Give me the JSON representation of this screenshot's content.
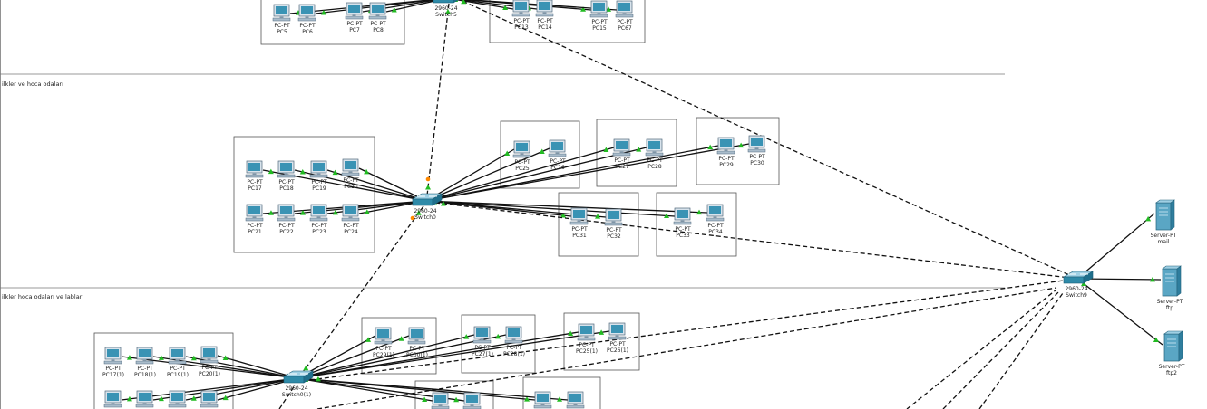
{
  "areas": [
    {
      "id": "area-2",
      "label": "ilkler ve hoca odaları"
    },
    {
      "id": "area-3",
      "label": "ilkler hoca odaları ve lablar"
    }
  ],
  "switches": [
    {
      "id": "switch5",
      "model": "2960-24",
      "name": "Switch5"
    },
    {
      "id": "switch0",
      "model": "2960-24",
      "name": "Switch0"
    },
    {
      "id": "switch0-1",
      "model": "2960-24",
      "name": "Switch0(1)"
    },
    {
      "id": "switch9",
      "model": "2960-24",
      "name": "Switch9"
    }
  ],
  "servers": [
    {
      "id": "mail",
      "type": "Server-PT",
      "name": "mail"
    },
    {
      "id": "ftp",
      "type": "Server-PT",
      "name": "ftp"
    },
    {
      "id": "ftp2",
      "type": "Server-PT",
      "name": "ftp2"
    }
  ],
  "pcs": [
    {
      "id": "pc5",
      "type": "PC-PT",
      "name": "PC5"
    },
    {
      "id": "pc6",
      "type": "PC-PT",
      "name": "PC6"
    },
    {
      "id": "pc7",
      "type": "PC-PT",
      "name": "PC7"
    },
    {
      "id": "pc8",
      "type": "PC-PT",
      "name": "PC8"
    },
    {
      "id": "pc13",
      "type": "PC-PT",
      "name": "PC13"
    },
    {
      "id": "pc14",
      "type": "PC-PT",
      "name": "PC14"
    },
    {
      "id": "pc15",
      "type": "PC-PT",
      "name": "PC15"
    },
    {
      "id": "pc67",
      "type": "PC-PT",
      "name": "PC67"
    },
    {
      "id": "pc17",
      "type": "PC-PT",
      "name": "PC17"
    },
    {
      "id": "pc18",
      "type": "PC-PT",
      "name": "PC18"
    },
    {
      "id": "pc19",
      "type": "PC-PT",
      "name": "PC19"
    },
    {
      "id": "pc20",
      "type": "PC-PT",
      "name": "PC20"
    },
    {
      "id": "pc21",
      "type": "PC-PT",
      "name": "PC21"
    },
    {
      "id": "pc22",
      "type": "PC-PT",
      "name": "PC22"
    },
    {
      "id": "pc23",
      "type": "PC-PT",
      "name": "PC23"
    },
    {
      "id": "pc24",
      "type": "PC-PT",
      "name": "PC24"
    },
    {
      "id": "pc25",
      "type": "PC-PT",
      "name": "PC25"
    },
    {
      "id": "pc26",
      "type": "PC-PT",
      "name": "PC26"
    },
    {
      "id": "pc27",
      "type": "PC-PT",
      "name": "PC27"
    },
    {
      "id": "pc28",
      "type": "PC-PT",
      "name": "PC28"
    },
    {
      "id": "pc29",
      "type": "PC-PT",
      "name": "PC29"
    },
    {
      "id": "pc30",
      "type": "PC-PT",
      "name": "PC30"
    },
    {
      "id": "pc31",
      "type": "PC-PT",
      "name": "PC31"
    },
    {
      "id": "pc32",
      "type": "PC-PT",
      "name": "PC32"
    },
    {
      "id": "pc33",
      "type": "PC-PT",
      "name": "PC33"
    },
    {
      "id": "pc34",
      "type": "PC-PT",
      "name": "PC34"
    },
    {
      "id": "pc17-1",
      "type": "PC-PT",
      "name": "PC17(1)"
    },
    {
      "id": "pc18-1",
      "type": "PC-PT",
      "name": "PC18(1)"
    },
    {
      "id": "pc19-1",
      "type": "PC-PT",
      "name": "PC19(1)"
    },
    {
      "id": "pc20-1",
      "type": "PC-PT",
      "name": "PC20(1)"
    },
    {
      "id": "pc25-1",
      "type": "PC-PT",
      "name": "PC25(1)"
    },
    {
      "id": "pc26-1",
      "type": "PC-PT",
      "name": "PC26(1)"
    },
    {
      "id": "pc27-1",
      "type": "PC-PT",
      "name": "PC27(1)"
    },
    {
      "id": "pc28-1",
      "type": "PC-PT",
      "name": "PC28(1)"
    },
    {
      "id": "pc29-1",
      "type": "PC-PT",
      "name": "PC29(1)"
    },
    {
      "id": "pc30-1",
      "type": "PC-PT",
      "name": "PC30(1)"
    },
    {
      "id": "pc-b1",
      "type": "",
      "name": ""
    },
    {
      "id": "pc-b2",
      "type": "",
      "name": ""
    },
    {
      "id": "pc-b3",
      "type": "",
      "name": ""
    },
    {
      "id": "pc-b4",
      "type": "",
      "name": ""
    },
    {
      "id": "pc-b5",
      "type": "",
      "name": ""
    },
    {
      "id": "pc-b6",
      "type": "",
      "name": ""
    },
    {
      "id": "pc-b7",
      "type": "",
      "name": ""
    },
    {
      "id": "pc-b8",
      "type": "",
      "name": ""
    }
  ],
  "colors": {
    "background": "#ffffff",
    "pc_body": "#bcd0de",
    "pc_screen": "#3a93b4",
    "switch": "#2e8aa8",
    "server": "#5aa6c4",
    "link_ok": "#22bb22",
    "link_orange": "#ff8800",
    "link": "#111111"
  }
}
